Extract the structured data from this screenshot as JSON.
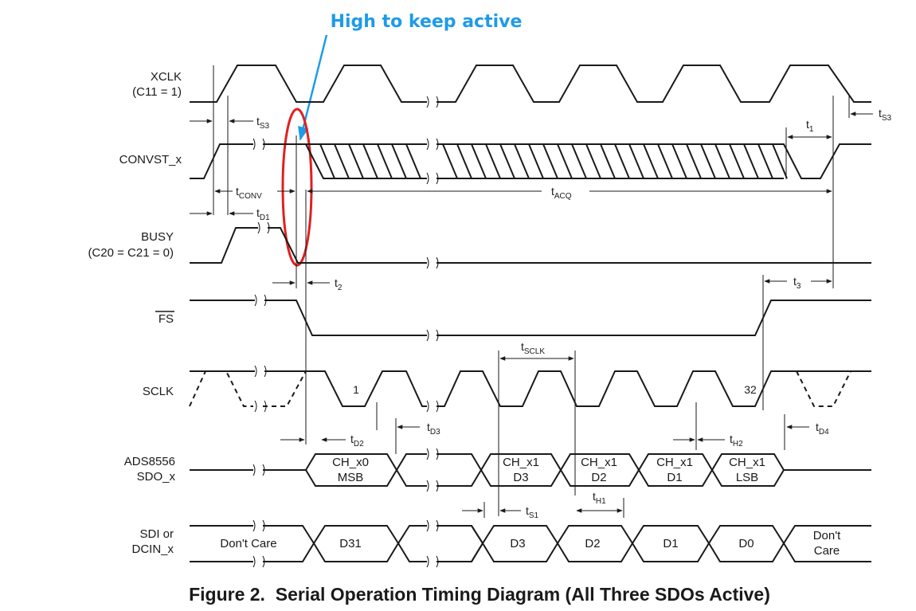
{
  "annotation": {
    "text": "High to keep active",
    "color": "#1e9be8",
    "highlight_color": "#e02020"
  },
  "signals": {
    "xclk": {
      "name": "XCLK",
      "note": "(C11 = 1)"
    },
    "convst": {
      "name": "CONVST_x"
    },
    "busy": {
      "name": "BUSY",
      "note": "(C20 = C21 = 0)"
    },
    "fs": {
      "name": "FS"
    },
    "sclk": {
      "name": "SCLK",
      "first_edge": "1",
      "last_edge": "32"
    },
    "sdo": {
      "name": "ADS8556",
      "note": "SDO_x"
    },
    "sdi": {
      "name": "SDI or",
      "note": "DCIN_x"
    }
  },
  "sdo_bus": [
    {
      "line1": "CH_x0",
      "line2": "MSB"
    },
    {
      "line1": "CH_x1",
      "line2": "D3"
    },
    {
      "line1": "CH_x1",
      "line2": "D2"
    },
    {
      "line1": "CH_x1",
      "line2": "D1"
    },
    {
      "line1": "CH_x1",
      "line2": "LSB"
    }
  ],
  "sdi_bus": [
    {
      "line1": "Don't Care",
      "line2": ""
    },
    {
      "line1": "D31",
      "line2": ""
    },
    {
      "line1": "D3",
      "line2": ""
    },
    {
      "line1": "D2",
      "line2": ""
    },
    {
      "line1": "D1",
      "line2": ""
    },
    {
      "line1": "D0",
      "line2": ""
    },
    {
      "line1": "Don't",
      "line2": "Care"
    }
  ],
  "timings": {
    "ts3": {
      "base": "t",
      "sub": "S3"
    },
    "ts3b": {
      "base": "t",
      "sub": "S3"
    },
    "t1": {
      "base": "t",
      "sub": "1"
    },
    "tconv": {
      "base": "t",
      "sub": "CONV"
    },
    "tacq": {
      "base": "t",
      "sub": "ACQ"
    },
    "td1": {
      "base": "t",
      "sub": "D1"
    },
    "t2": {
      "base": "t",
      "sub": "2"
    },
    "t3": {
      "base": "t",
      "sub": "3"
    },
    "tsclk": {
      "base": "t",
      "sub": "SCLK"
    },
    "td3": {
      "base": "t",
      "sub": "D3"
    },
    "td2": {
      "base": "t",
      "sub": "D2"
    },
    "th2": {
      "base": "t",
      "sub": "H2"
    },
    "td4": {
      "base": "t",
      "sub": "D4"
    },
    "ts1": {
      "base": "t",
      "sub": "S1"
    },
    "th1": {
      "base": "t",
      "sub": "H1"
    }
  },
  "caption": "Figure 2.  Serial Operation Timing Diagram (All Three SDOs Active)"
}
